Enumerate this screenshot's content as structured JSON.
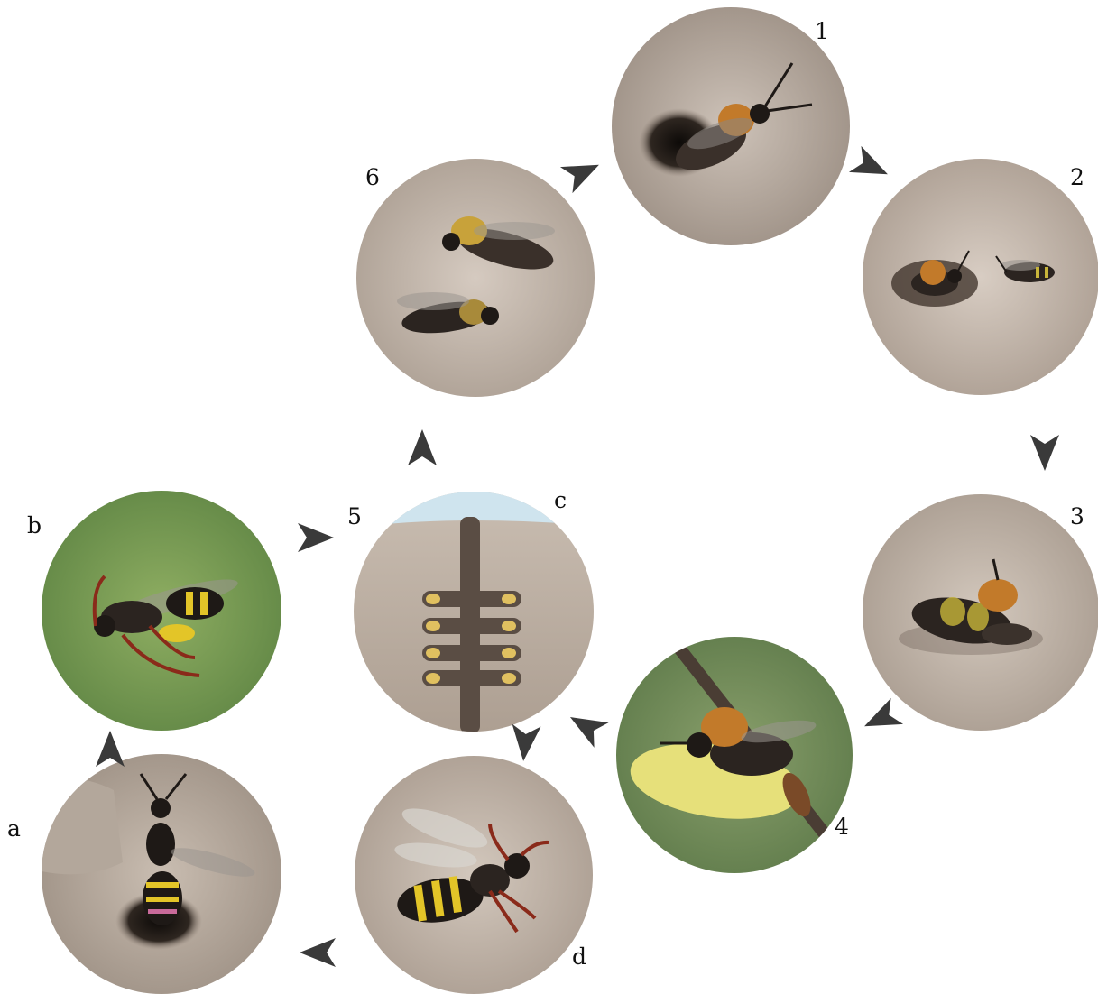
{
  "labels": {
    "stage_1": "1",
    "stage_2": "2",
    "stage_3": "3",
    "stage_4": "4",
    "stage_5": "5",
    "stage_6": "6",
    "parasite_a": "a",
    "parasite_b": "b",
    "parasite_c": "c",
    "parasite_d": "d"
  },
  "colors": {
    "arrow": "#3a3a3a",
    "soil": "#c9bfb6",
    "soil_dark": "#8d7f74",
    "grass": "#7f9f55",
    "catkin": "#e6e07a",
    "bee_body": "#2b2420",
    "bee_fur": "#c27a2a",
    "wasp_yellow": "#e3c528",
    "wasp_red": "#8a2a1a",
    "sky": "#cfe4ee"
  },
  "icons": {
    "arrow": "arrowhead-icon",
    "bee": "bee-icon",
    "wasp": "cuckoo-wasp-icon",
    "nest": "nest-burrow-icon",
    "catkin": "willow-catkin-icon"
  }
}
